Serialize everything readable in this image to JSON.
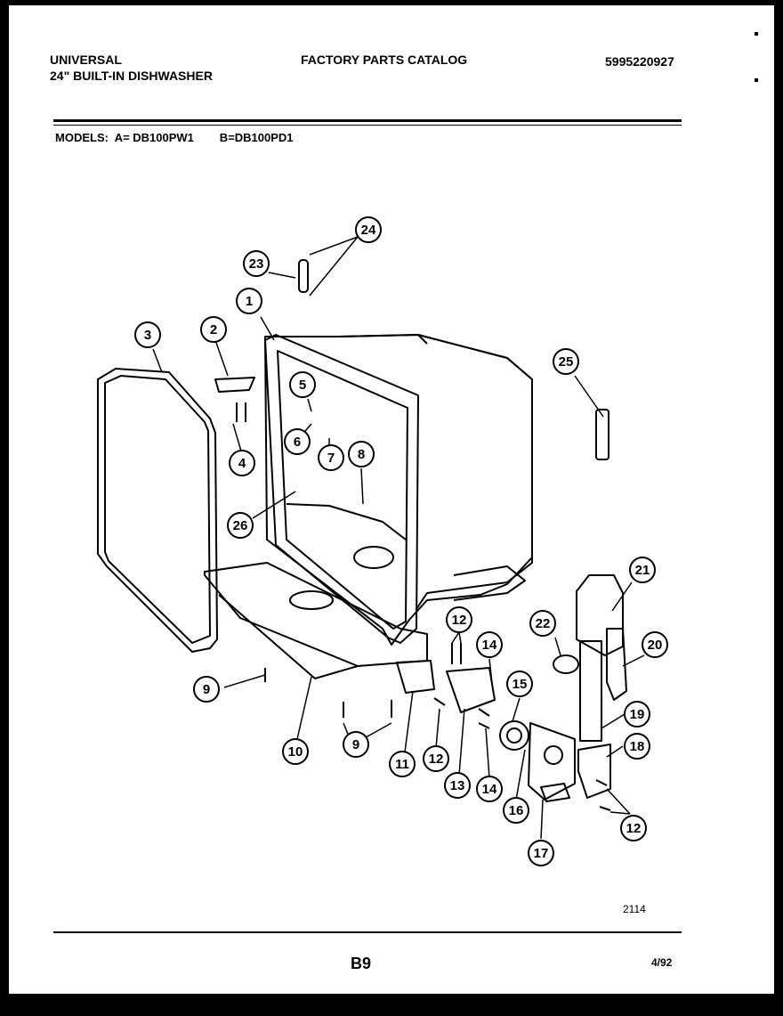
{
  "header": {
    "brand": "UNIVERSAL",
    "product": "24\" BUILT-IN DISHWASHER",
    "catalog_title": "FACTORY PARTS CATALOG",
    "catalog_number": "5995220927",
    "models_line": "MODELS:  A= DB100PW1        B=DB100PD1"
  },
  "diagram": {
    "callouts": [
      "1",
      "2",
      "3",
      "4",
      "5",
      "6",
      "7",
      "8",
      "9",
      "9",
      "10",
      "11",
      "12",
      "12",
      "12",
      "13",
      "14",
      "14",
      "15",
      "16",
      "17",
      "18",
      "19",
      "20",
      "21",
      "22",
      "23",
      "24",
      "25",
      "26"
    ]
  },
  "footer": {
    "diagram_id": "2114",
    "page_number": "B9",
    "date": "4/92"
  }
}
